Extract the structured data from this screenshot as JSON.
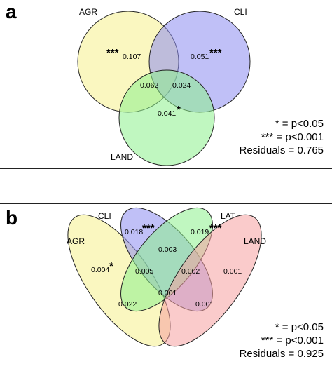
{
  "panels": [
    {
      "letter": "a",
      "sets": [
        "AGR",
        "CLI",
        "LAND"
      ],
      "regions": [
        {
          "key": "AGR",
          "value": "0.107",
          "stars": "***"
        },
        {
          "key": "CLI",
          "value": "0.051",
          "stars": "***"
        },
        {
          "key": "AGR-LAND",
          "value": "0.062",
          "stars": ""
        },
        {
          "key": "CLI-LAND",
          "value": "0.024",
          "stars": ""
        },
        {
          "key": "LAND",
          "value": "0.041",
          "stars": "*"
        }
      ],
      "legend": [
        "* = p<0.05",
        "*** = p<0.001",
        "Residuals = 0.765"
      ]
    },
    {
      "letter": "b",
      "sets": [
        "AGR",
        "CLI",
        "LAT",
        "LAND"
      ],
      "regions": [
        {
          "key": "CLI",
          "value": "0.018",
          "stars": "***"
        },
        {
          "key": "LAT",
          "value": "0.019",
          "stars": "***"
        },
        {
          "key": "CLI-LAT",
          "value": "0.003",
          "stars": ""
        },
        {
          "key": "AGR",
          "value": "0.004",
          "stars": "*"
        },
        {
          "key": "AGR-CLI-LAT",
          "value": "0.005",
          "stars": ""
        },
        {
          "key": "CLI-LAT-LAND",
          "value": "0.002",
          "stars": ""
        },
        {
          "key": "LAND",
          "value": "0.001",
          "stars": ""
        },
        {
          "key": "ALL",
          "value": "0.001",
          "stars": ""
        },
        {
          "key": "AGR-LAT",
          "value": "0.022",
          "stars": ""
        },
        {
          "key": "CLI-LAND",
          "value": "0.001",
          "stars": ""
        }
      ],
      "legend": [
        "* = p<0.05",
        "*** = p<0.001",
        "Residuals = 0.925"
      ]
    }
  ],
  "colors": {
    "agr": "#f5f08c",
    "cli": "#8c8cf0",
    "land": "#8cf08c",
    "lat": "#8cf08c",
    "land_b": "#f5a0a0",
    "outline": "#222222"
  }
}
